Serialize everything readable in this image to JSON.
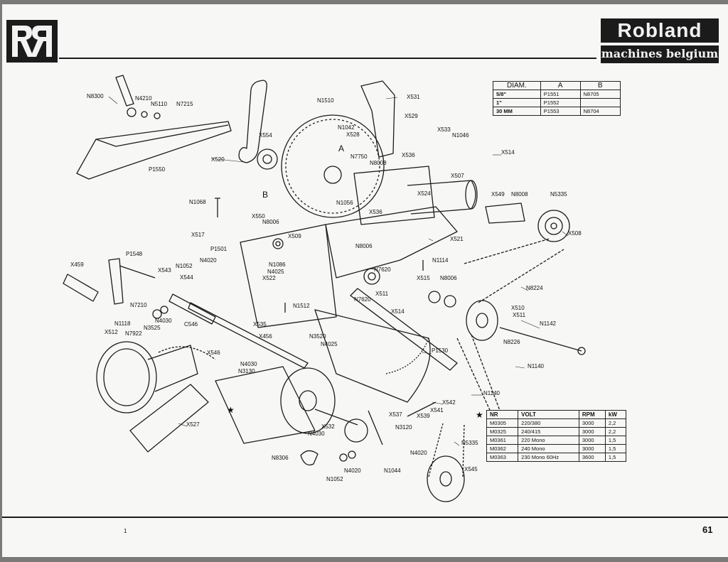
{
  "header": {
    "logo_alt": "RR",
    "brand_name": "Robland",
    "brand_tagline": "machines belgium"
  },
  "parts": {
    "N8300": "N8300",
    "N4210": "N4210",
    "N5110": "N5110",
    "N7215": "N7215",
    "P1550": "P1550",
    "X554": "X554",
    "X520": "X520",
    "N1510": "N1510",
    "X531": "X531",
    "X529": "X529",
    "N1042": "N1042",
    "X528": "X528",
    "A": "A",
    "N7750": "N7750",
    "N8008": "N8008",
    "X536": "X536",
    "X533": "X533",
    "N1046": "N1046",
    "X514": "X514",
    "X507": "X507",
    "B": "B",
    "N1068": "N1068",
    "N1056": "N1056",
    "X536b": "X536",
    "X524": "X524",
    "X549": "X549",
    "N8008b": "N8008",
    "N5335": "N5335",
    "X550": "X550",
    "N8006": "N8006",
    "X517": "X517",
    "X509": "X509",
    "X508": "X508",
    "P1501": "P1501",
    "X521": "X521",
    "N8006b": "N8006",
    "P1548": "P1548",
    "N4020": "N4020",
    "N1052": "N1052",
    "N1086": "N1086",
    "N1114": "N1114",
    "X459": "X459",
    "X543": "X543",
    "N4025": "N4025",
    "X522": "X522",
    "N7620": "N7620",
    "X515": "X515",
    "N8006c": "N8006",
    "X544": "X544",
    "X511": "X511",
    "N8224": "N8224",
    "N7620b": "N7620",
    "N1512": "N1512",
    "X510": "X510",
    "X511b": "X511",
    "N7210": "N7210",
    "X514b": "X514",
    "N1142": "N1142",
    "N1118": "N1118",
    "N4030": "N4030",
    "N3525": "N3525",
    "C546": "C546",
    "X535": "X535",
    "X512": "X512",
    "N7922": "N7922",
    "N3520": "N3520",
    "X456": "X456",
    "N4025b": "N4025",
    "P1530": "P1530",
    "N8226": "N8226",
    "X546": "X546",
    "N4030b": "N4030",
    "N3130": "N3130",
    "N1140": "N1140",
    "N1140b": "N1140",
    "X542": "X542",
    "X541": "X541",
    "X537": "X537",
    "X539": "X539",
    "X527": "X527",
    "X532": "X532",
    "N3120": "N3120",
    "N4030c": "N4030",
    "N5335b": "N5335",
    "N4020b": "N4020",
    "N8306": "N8306",
    "N4020c": "N4020",
    "N1044": "N1044",
    "N1052b": "N1052",
    "X545": "X545"
  },
  "diam_table": {
    "headers": [
      "DIAM.",
      "A",
      "B"
    ],
    "rows": [
      [
        "5/8\"",
        "P1551",
        "N8705"
      ],
      [
        "1\"",
        "P1552",
        ""
      ],
      [
        "30 MM",
        "P1553",
        "N8704"
      ]
    ]
  },
  "motor_table": {
    "star": "★",
    "headers": [
      "NR",
      "VOLT",
      "RPM",
      "kW"
    ],
    "rows": [
      [
        "M0305",
        "220/380",
        "3000",
        "2,2"
      ],
      [
        "M0325",
        "240/415",
        "3000",
        "2,2"
      ],
      [
        "M0361",
        "220 Mono",
        "3000",
        "1,5"
      ],
      [
        "M0362",
        "240 Mono",
        "3000",
        "1,5"
      ],
      [
        "M0363",
        "230 Mono 60Hz",
        "3600",
        "1,5"
      ]
    ]
  },
  "footer": {
    "page_number": "61",
    "tick_mark": "1"
  },
  "stars": [
    "★",
    "★"
  ]
}
